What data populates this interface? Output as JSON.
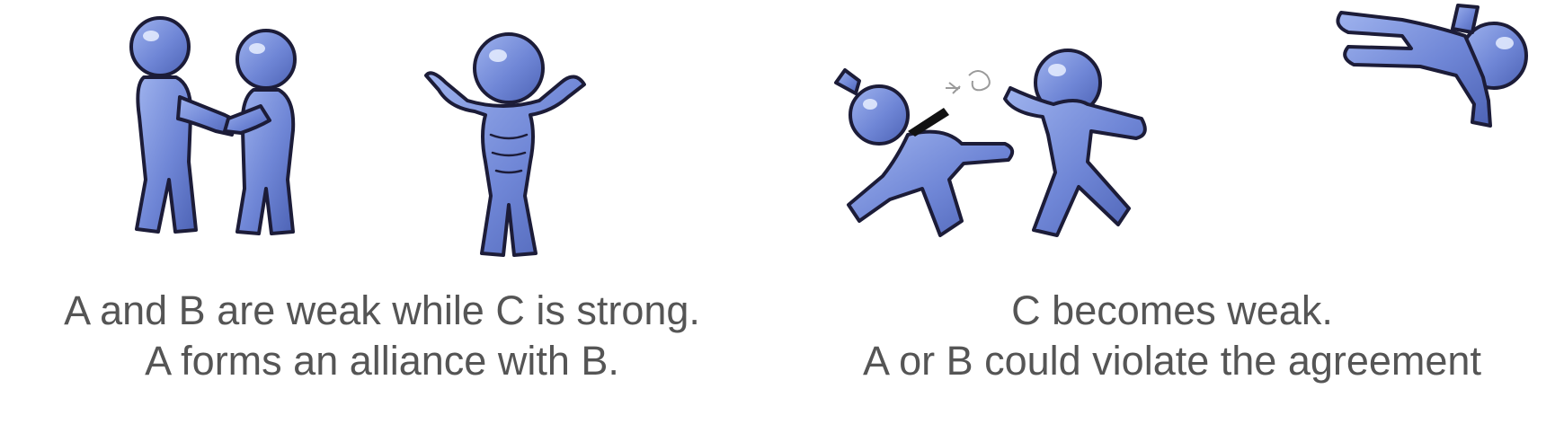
{
  "colors": {
    "figure_fill": "#6f86d6",
    "figure_light": "#b6c5f2",
    "figure_outline": "#1c1c38",
    "caption_text": "#555555"
  },
  "panels": [
    {
      "caption_lines": [
        "A and B are weak while C is strong.",
        "A forms an alliance with B."
      ]
    },
    {
      "caption_lines": [
        "C becomes weak.",
        "A or B could violate the agreement"
      ]
    }
  ]
}
